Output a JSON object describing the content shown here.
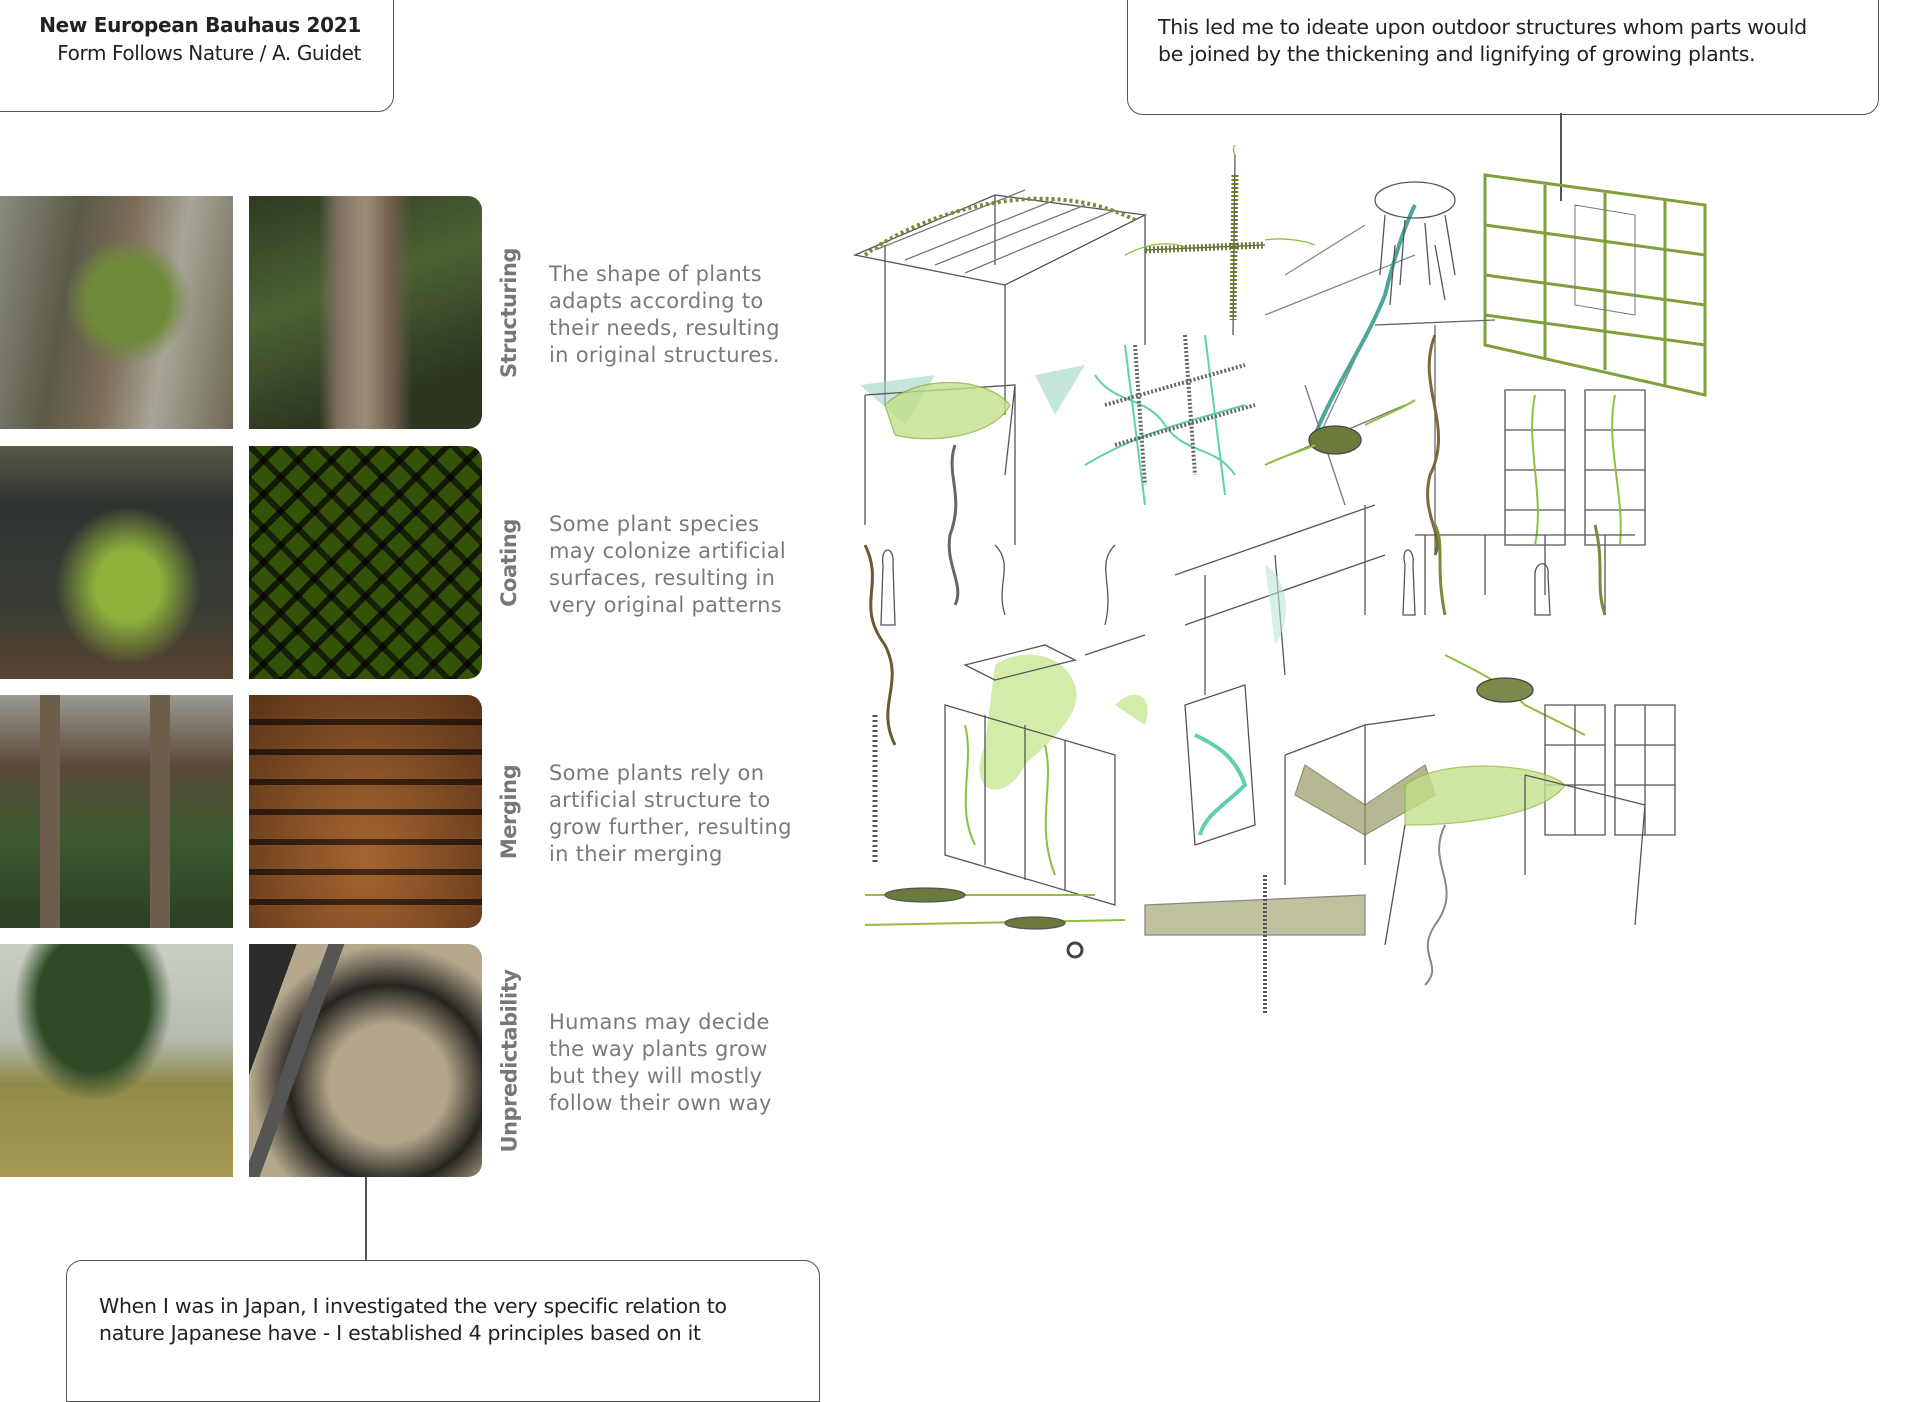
{
  "header": {
    "title": "New European Bauhaus 2021",
    "subtitle": "Form Follows Nature / A. Guidet"
  },
  "idea_note": {
    "line1": "This led me to ideate upon outdoor structures whom parts would",
    "line2": "be joined by the thickening and lignifying of growing plants."
  },
  "principles": [
    {
      "label": "Structuring",
      "lines": [
        "The shape of plants",
        "adapts according to",
        "their needs, resulting",
        "in original structures."
      ]
    },
    {
      "label": "Coating",
      "lines": [
        "Some plant species",
        "may colonize artificial",
        "surfaces, resulting in",
        "very original patterns"
      ]
    },
    {
      "label": "Merging",
      "lines": [
        "Some plants rely on",
        "artificial structure to",
        "grow further, resulting",
        "in their merging"
      ]
    },
    {
      "label": "Unpredictability",
      "lines": [
        "Humans may decide",
        "the way plants grow",
        "but they will mostly",
        "follow their own way"
      ]
    }
  ],
  "japan_note": {
    "line1": "When I was in Japan, I investigated the very specific relation to",
    "line2": "nature Japanese have - I established 4 principles based on it"
  },
  "colors": {
    "moss": "#7a9a3a",
    "sketch_green": "#9ccc50",
    "sketch_teal": "#6cc9b0",
    "bark": "#6b5a44"
  }
}
